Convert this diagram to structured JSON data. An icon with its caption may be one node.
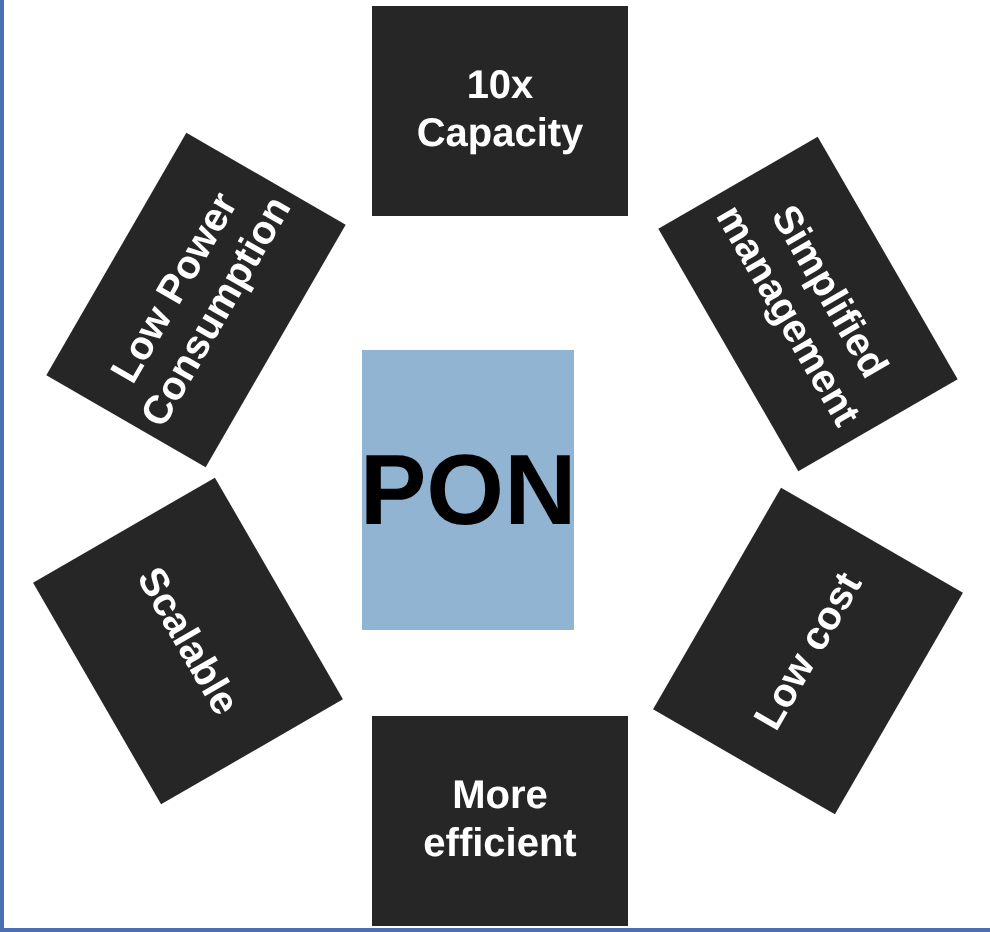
{
  "diagram": {
    "nodes": [
      {
        "text": [
          "10x Capacity"
        ]
      },
      {
        "text": [
          "Low Power Consumption"
        ]
      },
      {
        "text": [
          "Simplified management"
        ]
      },
      {
        "text": [
          "PON"
        ]
      },
      {
        "text": [
          "Scalable"
        ]
      },
      {
        "text": [
          "Low cost"
        ]
      },
      {
        "text": [
          "More efficient"
        ]
      }
    ]
  }
}
